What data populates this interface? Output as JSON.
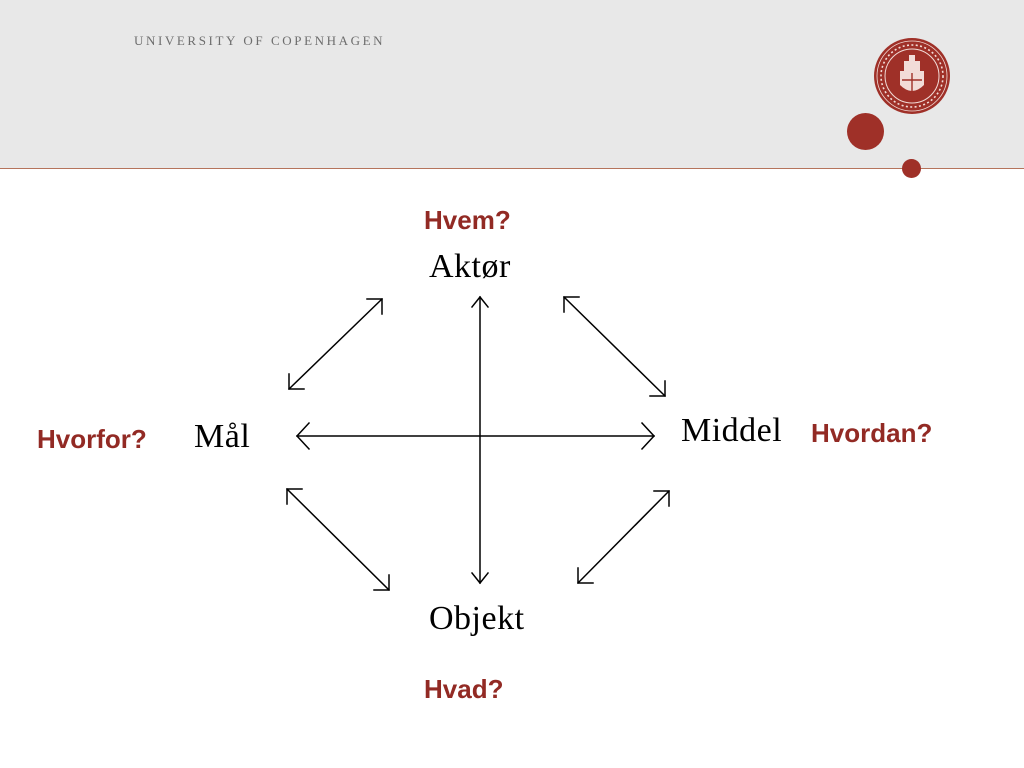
{
  "header": {
    "university_name": "UNIVERSITY OF COPENHAGEN",
    "seal_icon": "university-seal-icon",
    "accent_color": "#9f3028"
  },
  "diagram": {
    "nodes": {
      "top": "Aktør",
      "left": "Mål",
      "right": "Middel",
      "bottom": "Objekt"
    },
    "questions": {
      "top": "Hvem?",
      "left": "Hvorfor?",
      "right": "Hvordan?",
      "bottom": "Hvad?"
    },
    "question_color": "#922a24"
  }
}
